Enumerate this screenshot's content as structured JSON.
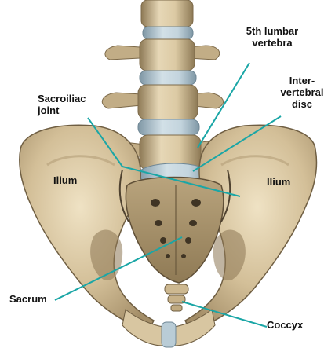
{
  "colors": {
    "bone_light": "#e2d2b0",
    "bone_mid": "#cbb790",
    "bone_dark": "#9c8762",
    "bone_shadow": "#6f5e42",
    "disc": "#b9ccd6",
    "disc_dark": "#8fa6b3",
    "leader_line": "#1aa6a6",
    "background": "#ffffff"
  },
  "labels": {
    "lumbar_vertebra": "5th lumbar\nvertebra",
    "intervertebral_disc": "Inter-\nvertebral\ndisc",
    "sacroiliac_joint": "Sacroiliac\njoint",
    "ilium_left": "Ilium",
    "ilium_right": "Ilium",
    "sacrum": "Sacrum",
    "coccyx": "Coccyx"
  }
}
